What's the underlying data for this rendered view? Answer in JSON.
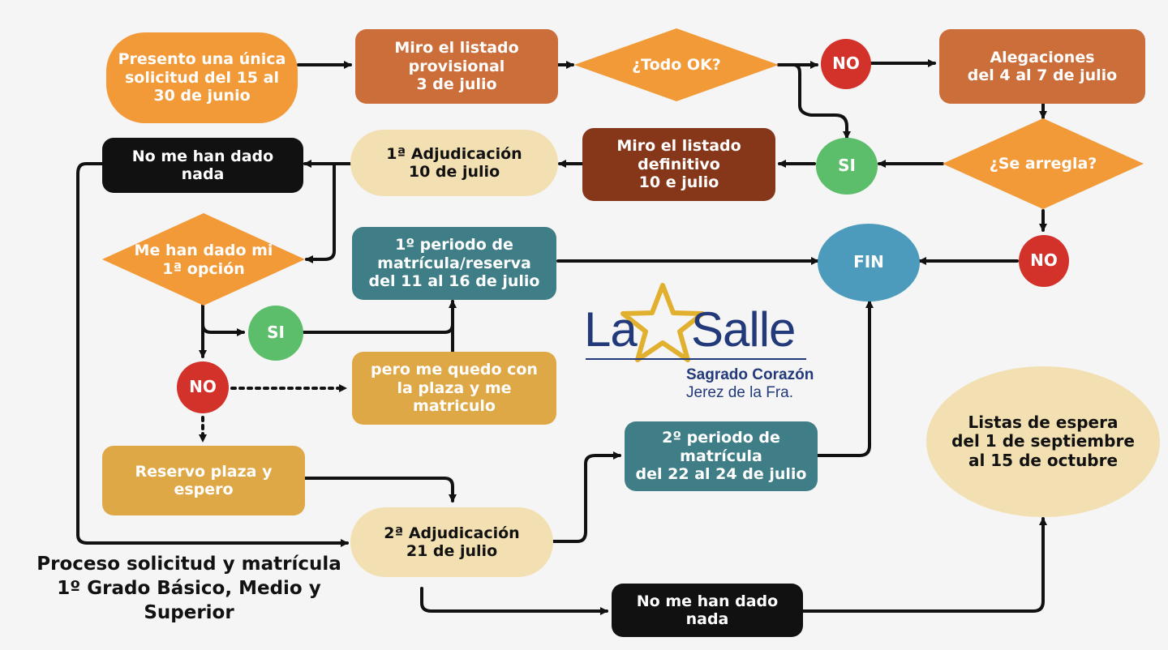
{
  "colors": {
    "orange": "#f29a38",
    "brown_orange": "#cc6e3a",
    "dark_brown": "#873719",
    "cream": "#f3e0b2",
    "teal": "#3f7e86",
    "mustard": "#dfa846",
    "red": "#d3322a",
    "green": "#5cbe6a",
    "blue": "#4c9bbd",
    "black": "#111111",
    "logo_navy": "#233a7a",
    "logo_gold": "#e2b02f"
  },
  "nodes": {
    "presento": "Presento una única\nsolicitud del 15 al\n30 de junio",
    "listado_provisional": "Miro el listado\nprovisional\n3 de julio",
    "todo_ok": "¿Todo OK?",
    "no_1": "NO",
    "alegaciones": "Alegaciones\ndel 4 al 7 de julio",
    "se_arregla": "¿Se arregla?",
    "si_1": "SI",
    "listado_definitivo": "Miro el listado\ndefinitivo\n10 e julio",
    "adjudicacion_1": "1ª Adjudicación\n10 de julio",
    "no_me_han_dado_1": "No me han dado\nnada",
    "primera_opcion": "Me han dado mi\n1ª opción",
    "periodo_1": "1º periodo de\nmatrícula/reserva\ndel 11 al 16 de julio",
    "fin": "FIN",
    "no_2": "NO",
    "si_2": "SI",
    "no_3": "NO",
    "me_quedo": "pero me quedo con\nla plaza y me\nmatriculo",
    "reservo": "Reservo plaza y\nespero",
    "adjudicacion_2": "2ª Adjudicación\n21 de julio",
    "periodo_2": "2º periodo de\nmatrícula\ndel 22 al 24 de julio",
    "listas_espera": "Listas de espera\ndel 1 de septiembre\nal 15 de octubre",
    "no_me_han_dado_2": "No me han dado\nnada"
  },
  "caption": "Proceso solicitud y matrícula\n1º Grado Básico, Medio y\nSuperior",
  "logo": {
    "word_left": "La",
    "word_right": "Salle",
    "line1": "Sagrado Corazón",
    "line2": "Jerez de la Fra."
  }
}
